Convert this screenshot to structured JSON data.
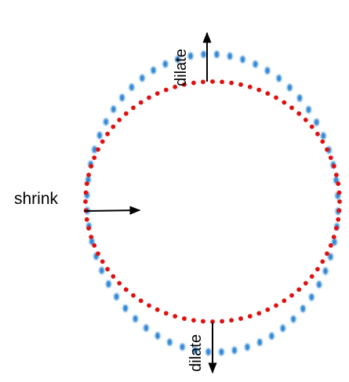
{
  "labels": {
    "shrink": "shrink",
    "dilate_top": "dilate",
    "dilate_bottom": "dilate"
  },
  "colors": {
    "outer_dots": "#2f86d4",
    "inner_dots": "#e01010",
    "arrows": "#000000",
    "text": "#000000",
    "background": "#ffffff"
  },
  "shapes": {
    "outer_ring": {
      "style": "blurred-dotted-ellipse",
      "dot_count": 60
    },
    "inner_ring": {
      "style": "dotted-ellipse",
      "dot_count": 84
    }
  },
  "arrows": [
    {
      "name": "shrink-arrow",
      "direction": "right"
    },
    {
      "name": "dilate-top-arrow",
      "direction": "up"
    },
    {
      "name": "dilate-bottom-arrow",
      "direction": "down"
    }
  ]
}
